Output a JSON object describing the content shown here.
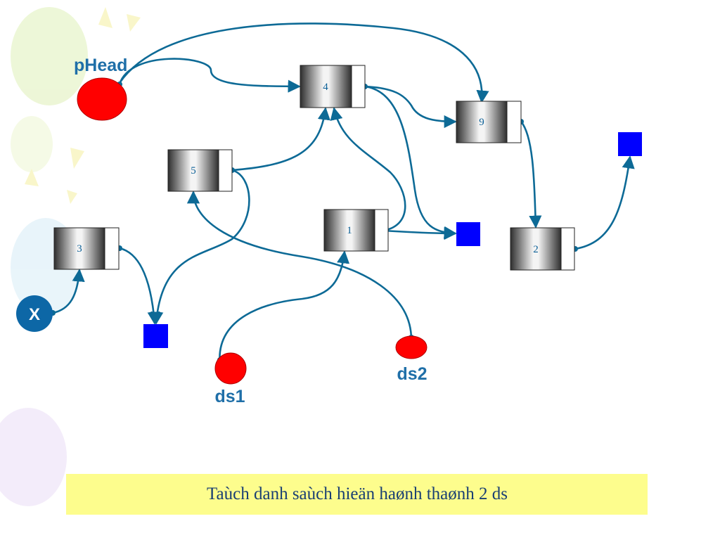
{
  "diagram": {
    "head_label": "pHead",
    "x_label": "X",
    "ds1_label": "ds1",
    "ds2_label": "ds2",
    "nodes": [
      {
        "id": "n4",
        "value": "4"
      },
      {
        "id": "n9",
        "value": "9"
      },
      {
        "id": "n5",
        "value": "5"
      },
      {
        "id": "n1",
        "value": "1"
      },
      {
        "id": "n3",
        "value": "3"
      },
      {
        "id": "n2",
        "value": "2"
      }
    ],
    "links": [
      {
        "from": "pHead",
        "to": "n4"
      },
      {
        "from": "pHead",
        "to": "n9"
      },
      {
        "from": "n4",
        "to": "n9"
      },
      {
        "from": "n4",
        "to": "null"
      },
      {
        "from": "n9",
        "to": "n2"
      },
      {
        "from": "n2",
        "to": "null"
      },
      {
        "from": "n5",
        "to": "n4"
      },
      {
        "from": "n5",
        "to": "null"
      },
      {
        "from": "n1",
        "to": "n4"
      },
      {
        "from": "n1",
        "to": "null"
      },
      {
        "from": "n3",
        "to": "null"
      },
      {
        "from": "X",
        "to": "n3"
      },
      {
        "from": "ds1",
        "to": "n1"
      },
      {
        "from": "ds2",
        "to": "n5"
      }
    ]
  },
  "caption": "Taùch danh saùch hieän haønh thaønh 2 ds",
  "colors": {
    "link": "#0d6a96",
    "pointer_fill": "#ff0000",
    "null_fill": "#0000ff",
    "caption_bg": "#fdfd8d",
    "x_circle": "#0d67a6"
  }
}
